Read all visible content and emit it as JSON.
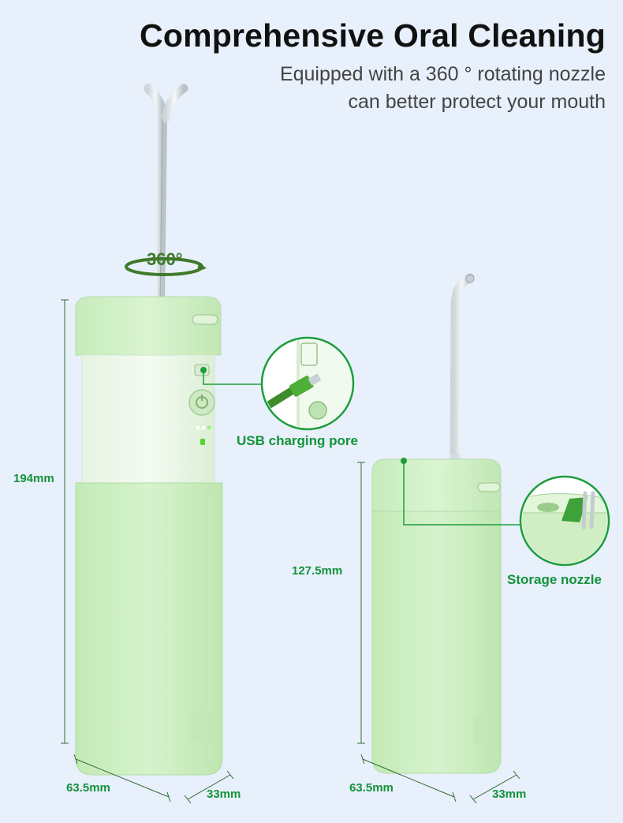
{
  "header": {
    "title": "Comprehensive Oral Cleaning",
    "subtitle_line1": "Equipped with a 360 ° rotating nozzle",
    "subtitle_line2": "can better protect your mouth"
  },
  "left_device": {
    "rotation_label": "360°",
    "height_label": "194mm",
    "width_label": "63.5mm",
    "depth_label": "33mm",
    "callout_label": "USB charging pore"
  },
  "right_device": {
    "height_label": "127.5mm",
    "width_label": "63.5mm",
    "depth_label": "33mm",
    "callout_label": "Storage nozzle"
  },
  "colors": {
    "background": "#e8f0fb",
    "device_green": "#cdeec2",
    "accent_green": "#13933a",
    "title_text": "#111111",
    "subtitle_text": "#444444"
  }
}
